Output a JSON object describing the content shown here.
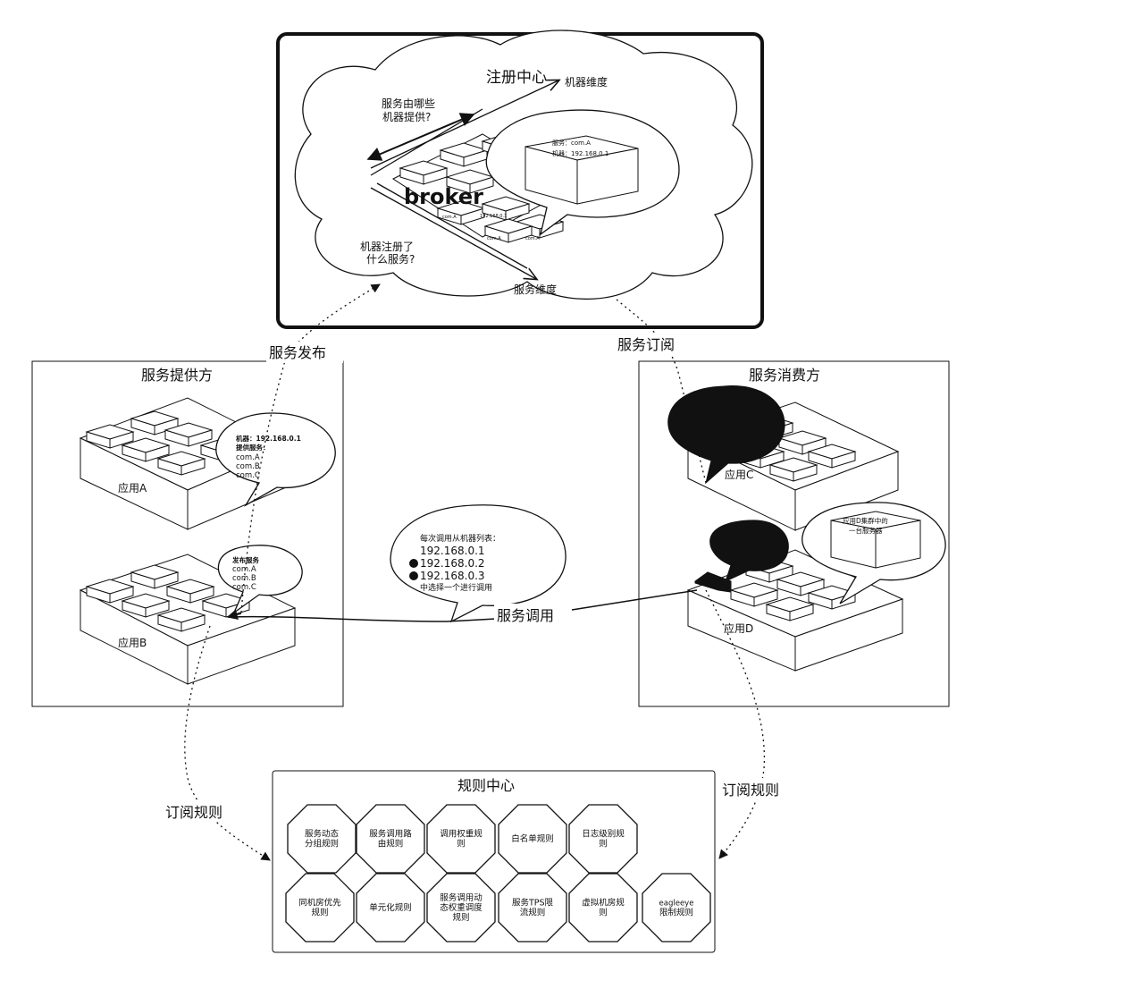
{
  "registry": {
    "title": "注册中心",
    "machine_dim": "机器维度",
    "service_dim": "服务维度",
    "q_provide_1": "服务由哪些",
    "q_provide_2": "机器提供?",
    "q_register_1": "机器注册了",
    "q_register_2": "什么服务?",
    "broker": "broker",
    "bubble_line1": "服务：com.A",
    "bubble_line2": "机器：192.168.0.1",
    "cube_labels": [
      "com.A",
      "192.168.0.1",
      "com.A",
      "com.A"
    ]
  },
  "edges": {
    "publish": "服务发布",
    "subscribe": "服务订阅",
    "invoke": "服务调用",
    "rules_left": "订阅规则",
    "rules_right": "订阅规则"
  },
  "provider": {
    "title": "服务提供方",
    "app_a": "应用A",
    "app_b": "应用B",
    "bubble_a": [
      "机器：192.168.0.1",
      "提供服务：",
      "com.A",
      "com.B",
      "com.C"
    ],
    "bubble_b": [
      "发布服务",
      "com.A",
      "com.B",
      "com.C"
    ]
  },
  "consumer": {
    "title": "服务消费方",
    "app_c": "应用C",
    "app_d": "应用D",
    "bubble_d": [
      "应用D集群中的",
      "一台服务器"
    ]
  },
  "call_bubble": {
    "lines": [
      "每次调用从机器列表：",
      "192.168.0.1",
      "192.168.0.2",
      "192.168.0.3",
      "中选择一个进行调用"
    ]
  },
  "rules": {
    "title": "规则中心",
    "items": [
      [
        "服务动态",
        "分组规则"
      ],
      [
        "服务调用路",
        "由规则"
      ],
      [
        "调用权重规",
        "则"
      ],
      [
        "白名单规则"
      ],
      [
        "日志级别规",
        "则"
      ],
      [
        "同机房优先",
        "规则"
      ],
      [
        "单元化规则"
      ],
      [
        "服务调用动",
        "态权重调度",
        "规则"
      ],
      [
        "服务TPS限",
        "流规则"
      ],
      [
        "虚拟机房规",
        "则"
      ],
      [
        "eagleeye",
        "限制规则"
      ]
    ]
  }
}
